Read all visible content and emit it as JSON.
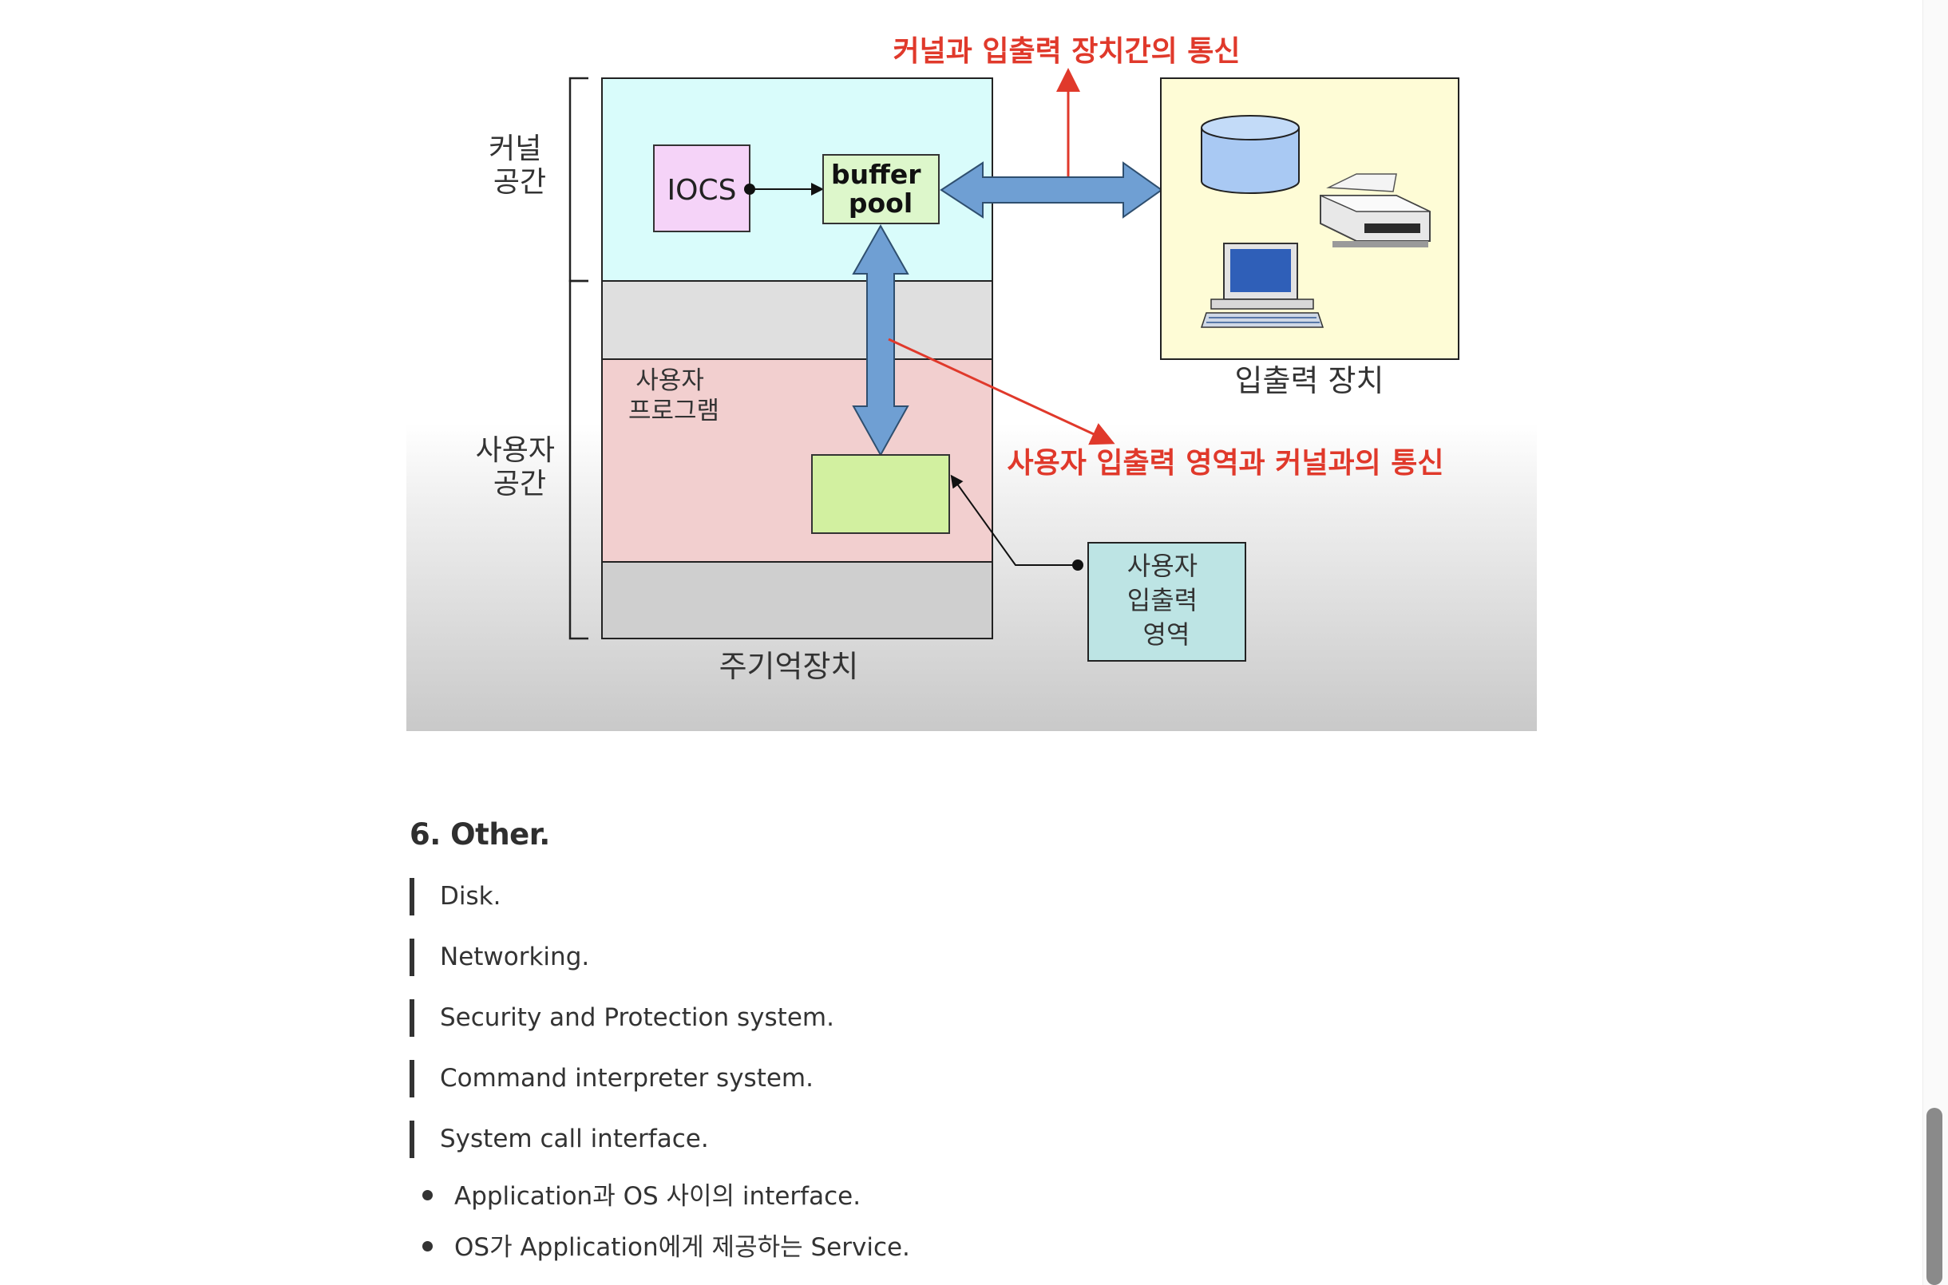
{
  "diagram": {
    "title_top": "커널과 입출력 장치간의 통신",
    "title_mid": "사용자 입출력 영역과 커널과의 통신",
    "label_kernel_space": [
      "커널",
      "공간"
    ],
    "label_user_space": [
      "사용자",
      "공간"
    ],
    "iocs": "IOCS",
    "buffer_pool": [
      "buffer",
      "pool"
    ],
    "user_program": [
      "사용자",
      "프로그램"
    ],
    "main_memory": "주기억장치",
    "io_devices": "입출력 장치",
    "user_io_area": [
      "사용자",
      "입출력",
      "영역"
    ],
    "colors": {
      "kernel": "#d9fcfb",
      "gray": "#dfdfdf",
      "user_pink": "#f7d5d5",
      "iocs": "#f5d3f8",
      "buffer": "#ddf7cb",
      "green_box": "#d2f0a0",
      "device_panel": "#fefcd6",
      "user_io_box": "#bde4e4",
      "arrow_blue": "#6f9fd3",
      "accent_red": "#e0392b"
    }
  },
  "section": {
    "heading": "6. Other.",
    "quotes": [
      "Disk.",
      "Networking.",
      "Security and Protection system.",
      "Command interpreter system.",
      "System call interface."
    ],
    "bullets": [
      "Application과 OS 사이의 interface.",
      "OS가 Application에게 제공하는 Service."
    ]
  }
}
